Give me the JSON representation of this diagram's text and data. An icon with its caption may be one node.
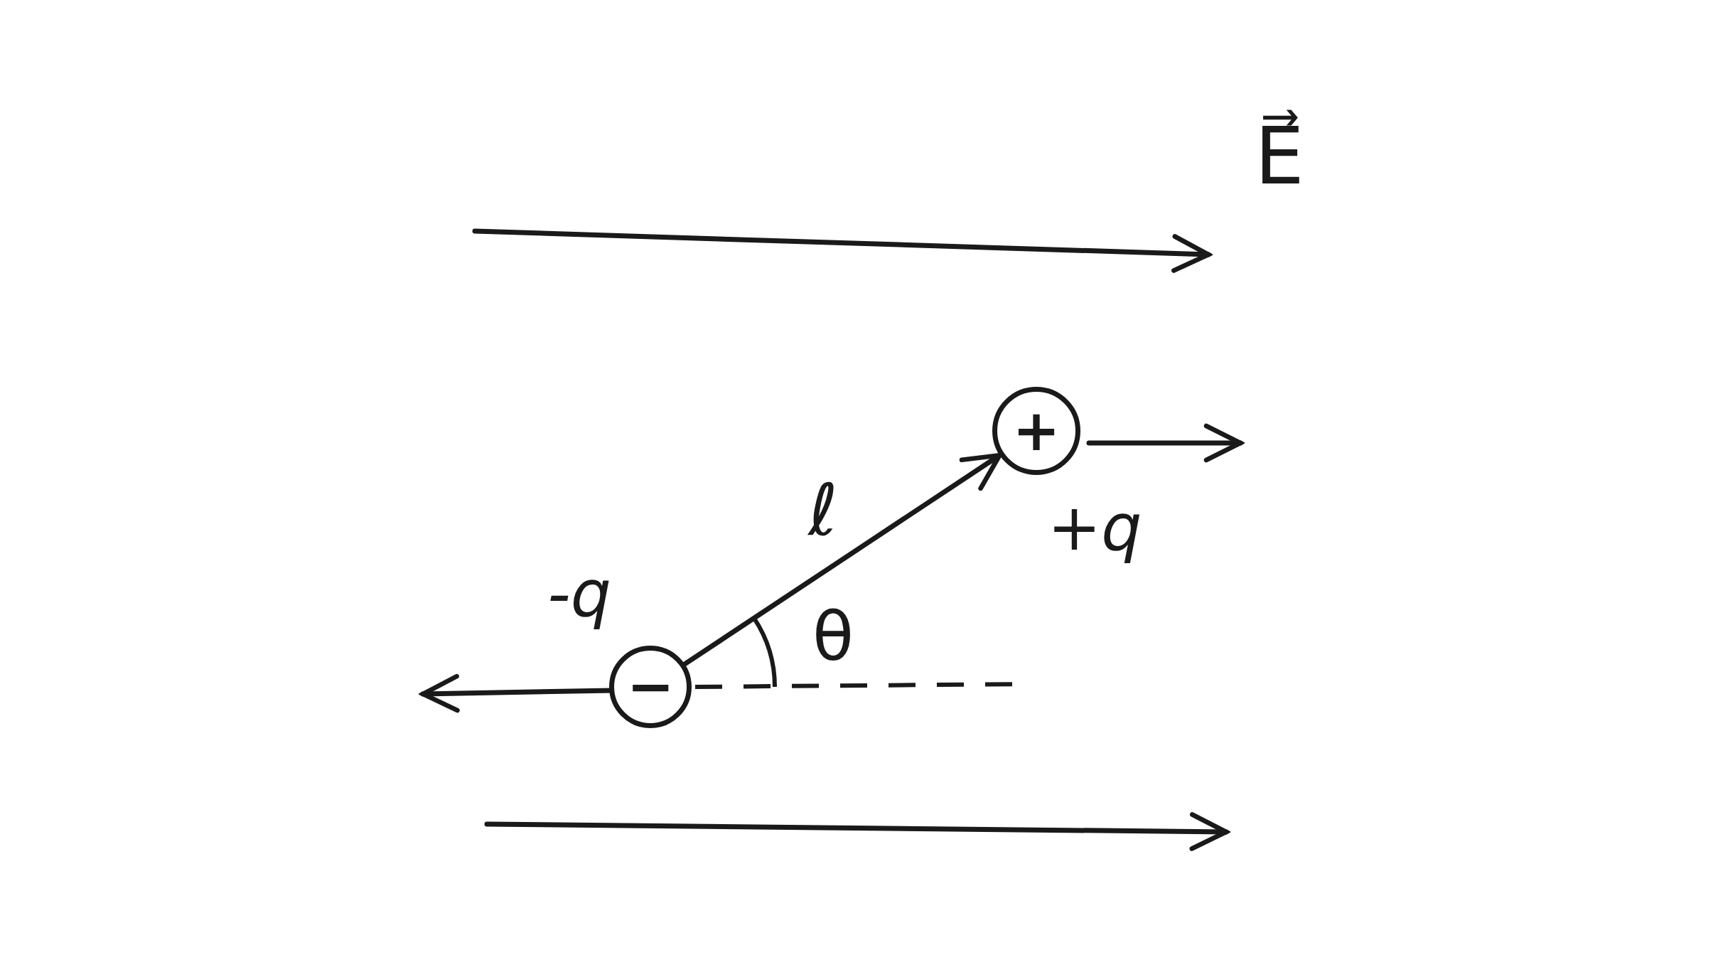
{
  "diagram": {
    "nodes": [
      {
        "text": [
          "+"
        ],
        "beside": [
          "+q"
        ]
      },
      {
        "text": [
          "−"
        ],
        "beside": [
          "-q"
        ]
      }
    ],
    "edges": [
      {
        "from": 1,
        "to": 0,
        "arrow": "to",
        "label": "ℓ"
      }
    ],
    "labels": [
      "E⃗",
      "θ"
    ]
  }
}
